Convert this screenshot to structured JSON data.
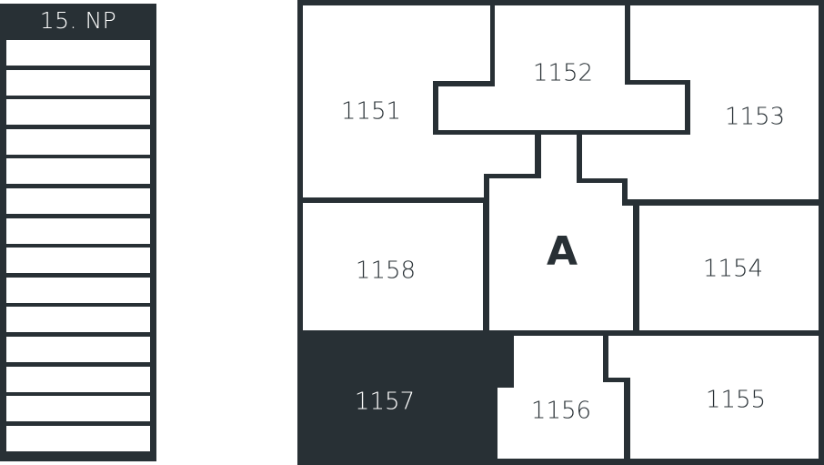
{
  "floor_stack": {
    "title": "15. NP",
    "row_count": 14
  },
  "plan": {
    "wall_color": "#283035",
    "highlight_color": "#283035",
    "core_label": "A",
    "rooms": [
      {
        "id": "1151",
        "label": "1151",
        "highlighted": false
      },
      {
        "id": "1152",
        "label": "1152",
        "highlighted": false
      },
      {
        "id": "1153",
        "label": "1153",
        "highlighted": false
      },
      {
        "id": "1154",
        "label": "1154",
        "highlighted": false
      },
      {
        "id": "1155",
        "label": "1155",
        "highlighted": false
      },
      {
        "id": "1156",
        "label": "1156",
        "highlighted": false
      },
      {
        "id": "1157",
        "label": "1157",
        "highlighted": true
      },
      {
        "id": "1158",
        "label": "1158",
        "highlighted": false
      }
    ]
  }
}
